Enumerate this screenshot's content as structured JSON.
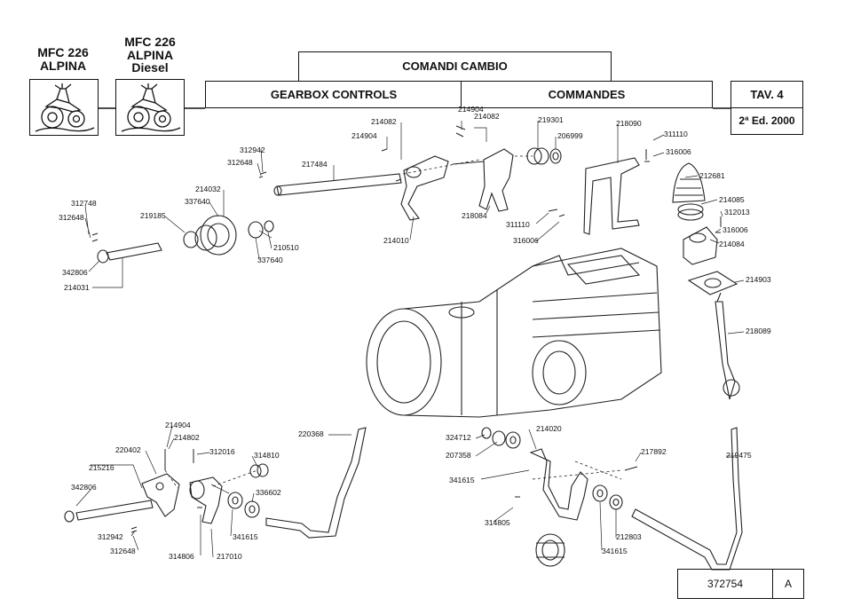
{
  "header": {
    "model_left_1": "MFC 226",
    "model_left_2": "ALPINA",
    "model_right_1": "MFC 226",
    "model_right_2": "ALPINA",
    "model_right_3": "Diesel",
    "title_it": "COMANDI CAMBIO",
    "title_en": "GEARBOX CONTROLS",
    "title_fr": "COMMANDES",
    "table": "TAV. 4",
    "edition": "2ª Ed. 2000"
  },
  "footer": {
    "drawing_number": "372754",
    "revision": "A"
  },
  "parts": [
    "214082",
    "214904",
    "214082",
    "214904",
    "219301",
    "218090",
    "311110",
    "312942",
    "206999",
    "316006",
    "312648",
    "217484",
    "212681",
    "214085",
    "214032",
    "312013",
    "337640",
    "312748",
    "219185",
    "218084",
    "316006",
    "312648",
    "311110",
    "214084",
    "210510",
    "214010",
    "316006",
    "337640",
    "342806",
    "214903",
    "214031",
    "218089",
    "214904",
    "214802",
    "324712",
    "214020",
    "220402",
    "312016",
    "220368",
    "207358",
    "217892",
    "219475",
    "314810",
    "215216",
    "341615",
    "336602",
    "342806",
    "314805",
    "341615",
    "212803",
    "312942",
    "312648",
    "314806",
    "217010",
    "341615"
  ]
}
